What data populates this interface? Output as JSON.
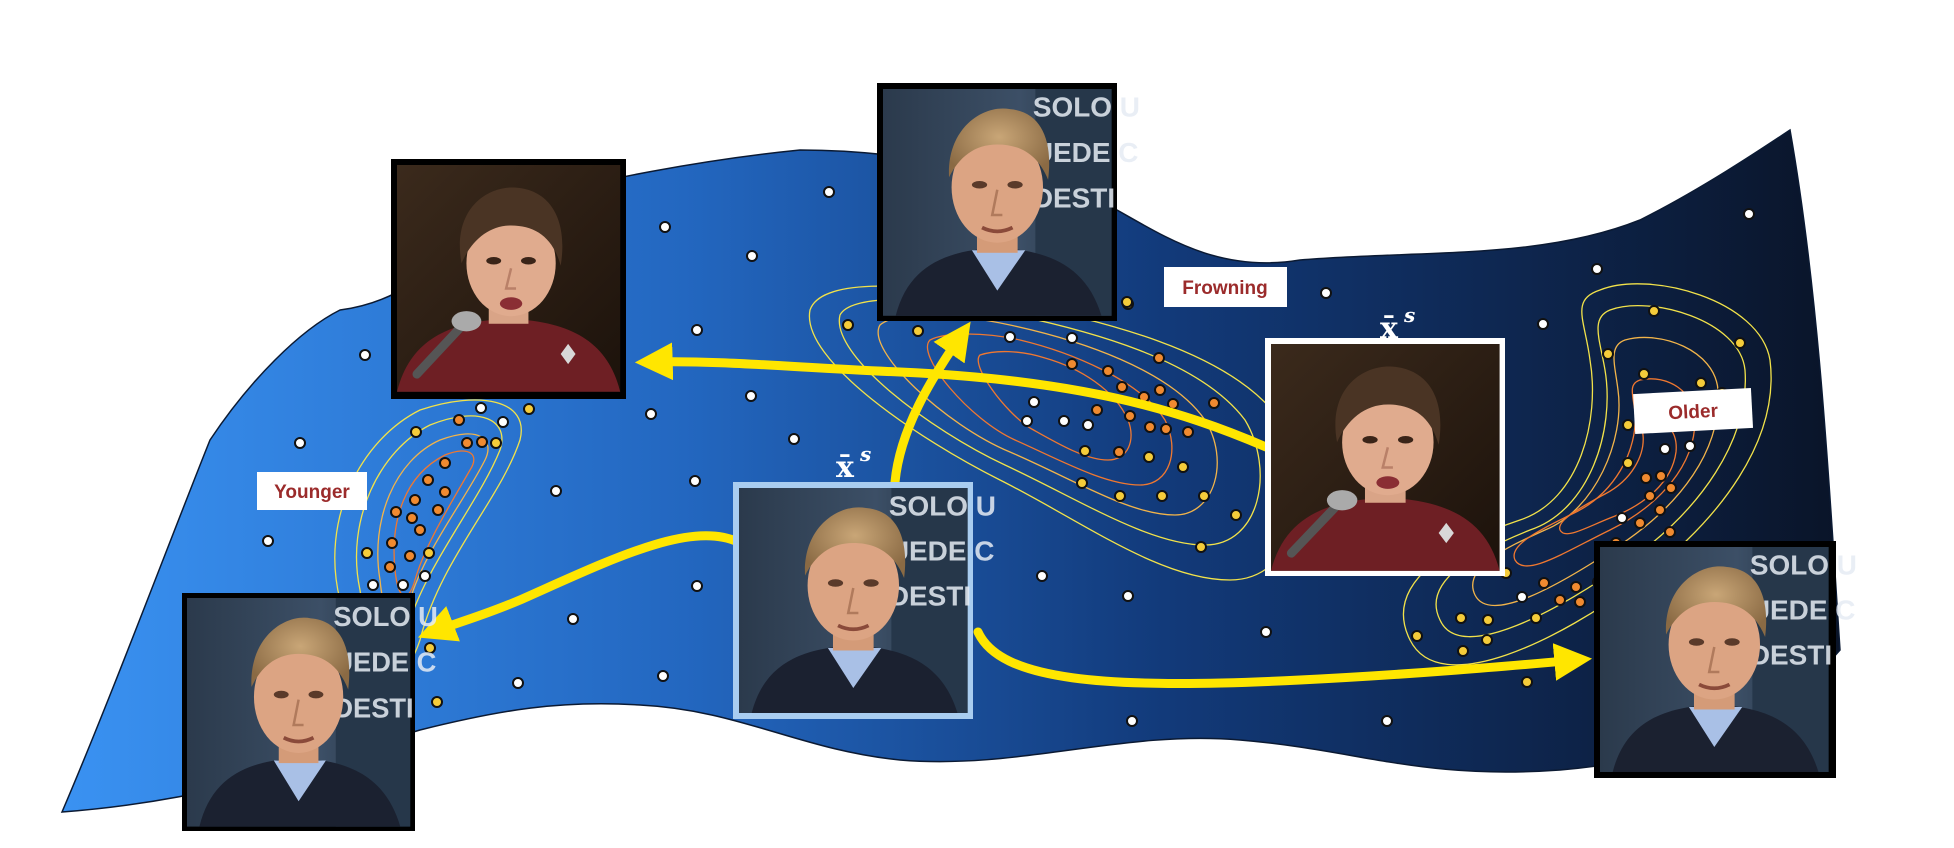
{
  "labels": {
    "younger": "Younger",
    "frowning": "Frowning",
    "older": "Older"
  },
  "symbols": {
    "source_base": "x̄",
    "source_sup": "s",
    "target_base": "x̄",
    "target_sup": "s"
  },
  "colors": {
    "manifold_light": "#3a8ff0",
    "manifold_mid": "#1f5fb3",
    "manifold_dark": "#0b1630",
    "arrow": "#ffe600",
    "label_text": "#9b2b2b",
    "contour_outer": "#f2e24a",
    "contour_inner": "#f07830",
    "point_orange": "#f08a30",
    "point_yellow": "#f5cc3a",
    "point_white": "#ffffff"
  },
  "photos": [
    {
      "name": "younger-man-photo",
      "subject": "man-young"
    },
    {
      "name": "frowning-woman-photo",
      "subject": "woman"
    },
    {
      "name": "frowning-man-photo",
      "subject": "man-frowning"
    },
    {
      "name": "source-man-photo",
      "subject": "man-source"
    },
    {
      "name": "target-woman-photo",
      "subject": "woman-target"
    },
    {
      "name": "older-man-photo",
      "subject": "man-old"
    }
  ]
}
